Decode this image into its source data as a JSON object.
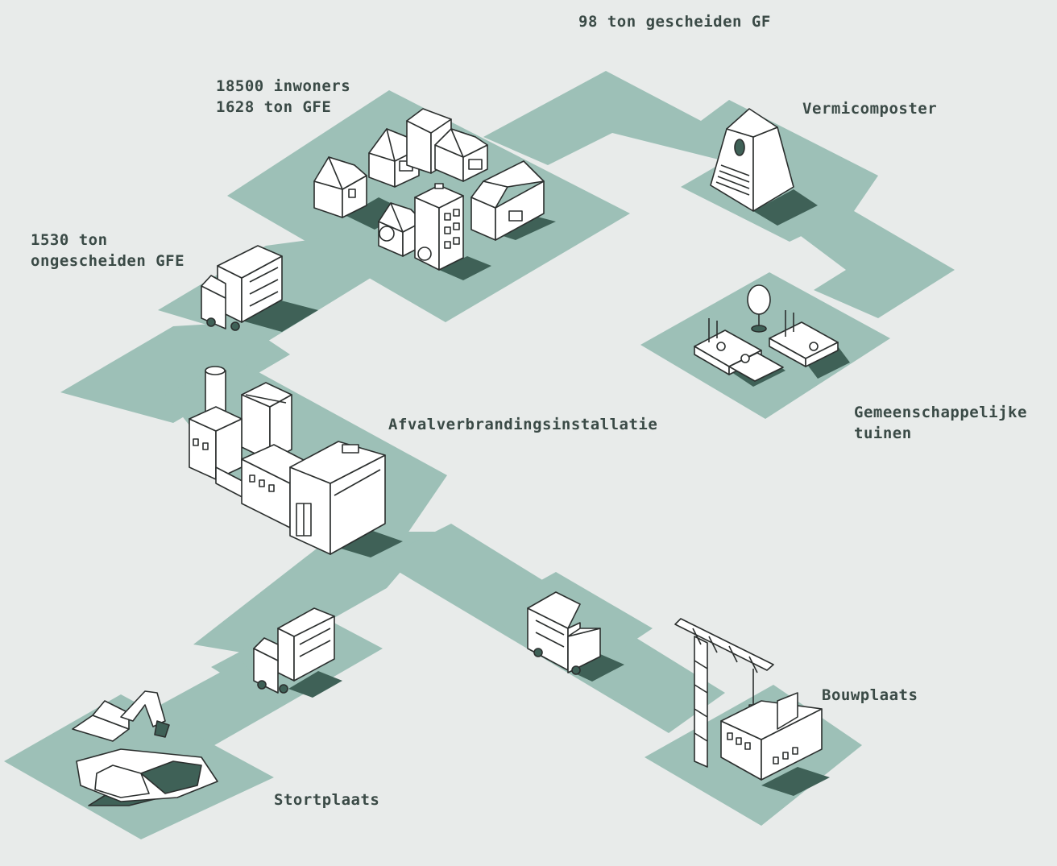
{
  "colors": {
    "background": "#e8ebea",
    "path": "#9dc0b7",
    "outline": "#2b2f2e",
    "fill": "#ffffff",
    "shadow": "#3f6157",
    "text": "#3a4a46"
  },
  "labels": {
    "gescheiden_gf": "98 ton gescheiden GF",
    "inwoners": "18500 inwoners",
    "gfe": "1628 ton GFE",
    "ongescheiden_1": "1530 ton",
    "ongescheiden_2": "ongescheiden GFE",
    "vermicomposter": "Vermicomposter",
    "afvalverbranding": "Afvalverbrandingsinstallatie",
    "tuinen_1": "Gemeenschappelijke",
    "tuinen_2": "tuinen",
    "bouwplaats": "Bouwplaats",
    "stortplaats": "Stortplaats"
  },
  "icons": {
    "houses": "houses-icon",
    "truck": "truck-icon",
    "composter": "vermicomposter-icon",
    "gardens": "garden-beds-icon",
    "incinerator": "incinerator-icon",
    "crane": "crane-icon",
    "excavator": "excavator-icon"
  }
}
